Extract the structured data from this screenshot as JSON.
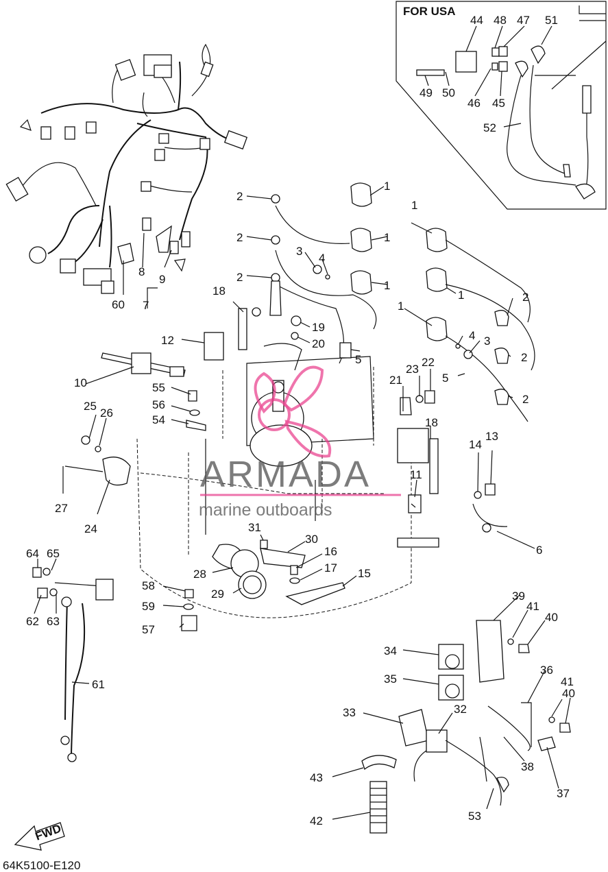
{
  "inset_title": "FOR USA",
  "doc_code": "64K5100-E120",
  "fwd_label": "FWD",
  "watermark": {
    "brand": "ARMADA",
    "tagline": "marine outboards",
    "brand_color": "#555555",
    "accent_color": "#e83e8c"
  },
  "callouts": [
    "1",
    "2",
    "3",
    "4",
    "5",
    "6",
    "7",
    "8",
    "9",
    "10",
    "11",
    "12",
    "13",
    "14",
    "15",
    "16",
    "17",
    "18",
    "19",
    "20",
    "21",
    "22",
    "23",
    "24",
    "25",
    "26",
    "27",
    "28",
    "29",
    "30",
    "31",
    "32",
    "33",
    "34",
    "35",
    "36",
    "37",
    "38",
    "39",
    "40",
    "41",
    "42",
    "43",
    "44",
    "45",
    "46",
    "47",
    "48",
    "49",
    "50",
    "51",
    "52",
    "53",
    "54",
    "55",
    "56",
    "57",
    "58",
    "59",
    "60",
    "61",
    "62",
    "63",
    "64",
    "65"
  ]
}
